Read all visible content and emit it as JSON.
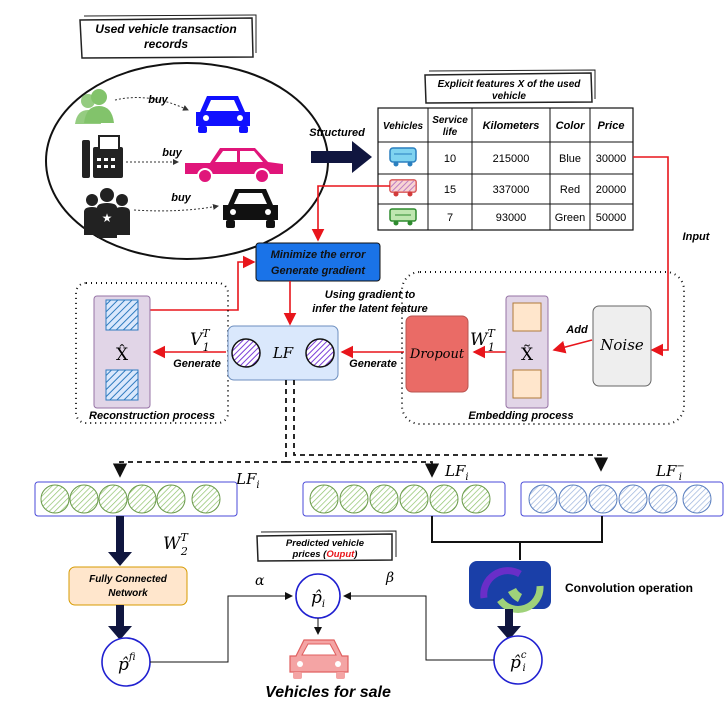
{
  "texts": {
    "transactions_title_1": "Used vehicle transaction",
    "transactions_title_2": "records",
    "buy_1": "buy",
    "buy_2": "buy",
    "buy_3": "buy",
    "structured": "Structured",
    "features_title_1": "Explicit features X of the used",
    "features_title_2": "vehicle",
    "input": "Input",
    "minimize_1": "Minimize the error",
    "minimize_2": "Generate gradient",
    "using_gradient_1": "Using gradient to",
    "using_gradient_2": "infer the latent feature",
    "v1t": "V",
    "v1t_sup": "T",
    "v1t_sub": "1",
    "w1t": "W",
    "w1t_sup": "T",
    "w1t_sub": "1",
    "x_hat": "X̂",
    "x_tilde": "X̃",
    "lf": "LF",
    "generate_left": "Generate",
    "generate_right": "Generate",
    "add": "Add",
    "dropout": "Dropout",
    "noise": "Noise",
    "reconstruction": "Reconstruction process",
    "embedding": "Embedding process",
    "lf_i_1": "LF",
    "lf_i_2": "LF",
    "lf_i_3": "LF",
    "lf_sub": "i",
    "lf_minus": "−",
    "w2t": "W",
    "w2t_sup": "T",
    "w2t_sub": "2",
    "fcn_1": "Fully Connected",
    "fcn_2": "Network",
    "predicted_1": "Predicted vehicle",
    "predicted_2": "prices (",
    "predicted_output": "Ouput",
    "predicted_3": ")",
    "alpha": "α",
    "beta": "β",
    "p_hat": "p̂",
    "p_sub": "i",
    "pf_sup": "f",
    "pc_sup": "c",
    "convolution": "Convolution operation",
    "vehicles_for_sale": "Vehicles for sale"
  },
  "table": {
    "headers": [
      "Vehicles",
      "Service life",
      "Kilometers",
      "Color",
      "Price"
    ],
    "rows": [
      {
        "service_life": "10",
        "kilometers": "215000",
        "color": "Blue",
        "price": "30000"
      },
      {
        "service_life": "15",
        "kilometers": "337000",
        "color": "Red",
        "price": "20000"
      },
      {
        "service_life": "7",
        "kilometers": "93000",
        "color": "Green",
        "price": "50000"
      }
    ]
  },
  "colors": {
    "arrow_red": "#e8151b",
    "navy": "#10163f",
    "minimize_bg": "#1a73e8",
    "lf_box": "#dae8fc",
    "purple_box": "#e1d5e7",
    "dropout": "#ea6b66",
    "noise": "#eeeeee",
    "fcn": "#ffe6cc",
    "green_bar": "#82b366",
    "blue_bar": "#6c8ebf",
    "car_blue": "#1010ff",
    "car_red": "#e0157a",
    "car_pink": "#f08080",
    "output_red": "#e8151b"
  },
  "icons": [
    "users-icon",
    "fax-icon",
    "group-icon",
    "blue-car-icon",
    "pink-car-icon",
    "black-car-icon",
    "wagon-blue-icon",
    "wagon-red-icon",
    "wagon-green-icon",
    "convolution-icon",
    "sale-car-icon"
  ]
}
